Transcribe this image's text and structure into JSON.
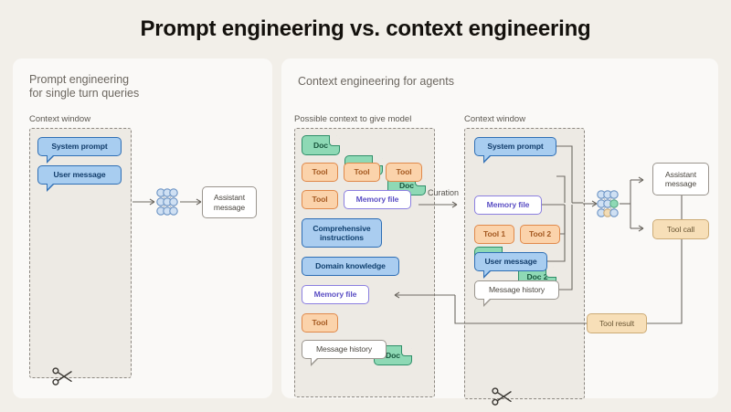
{
  "title": "Prompt engineering vs. context engineering",
  "colors": {
    "page_bg": "#f2efe9",
    "panel_bg": "#faf9f7",
    "context_window_bg": "#edeae4",
    "blue_card": "#a8cdf0",
    "green_card": "#8ed9b5",
    "orange_card": "#fbd3ab",
    "purple_card_border": "#8b7fe0",
    "tan_card": "#f7dfb8",
    "dashed_border": "#8d8881"
  },
  "left_panel": {
    "title_line1": "Prompt engineering",
    "title_line2": "for single turn queries",
    "context_label": "Context window",
    "cards": [
      {
        "label": "System prompt",
        "type": "blue-bubble"
      },
      {
        "label": "User message",
        "type": "blue-bubble"
      }
    ],
    "model_icon": "neural-network-icon",
    "output": {
      "label_line1": "Assistant",
      "label_line2": "message",
      "type": "white"
    },
    "scissors_icon": "scissors-icon"
  },
  "right_panel": {
    "title": "Context engineering for agents",
    "possible_label": "Possible context to give model",
    "context_label": "Context window",
    "curation_label": "Curation",
    "possible_cards": [
      {
        "label": "Doc",
        "type": "green-doc"
      },
      {
        "label": "Doc",
        "type": "green-doc"
      },
      {
        "label": "Doc",
        "type": "green-doc"
      },
      {
        "label": "Tool",
        "type": "orange"
      },
      {
        "label": "Tool",
        "type": "orange"
      },
      {
        "label": "Tool",
        "type": "orange"
      },
      {
        "label": "Tool",
        "type": "orange"
      },
      {
        "label": "Memory file",
        "type": "purple"
      },
      {
        "label": "Comprehensive instructions",
        "type": "blue"
      },
      {
        "label": "Domain knowledge",
        "type": "blue"
      },
      {
        "label": "Memory file",
        "type": "purple"
      },
      {
        "label": "Doc",
        "type": "green-doc"
      },
      {
        "label": "Tool",
        "type": "orange"
      },
      {
        "label": "Message history",
        "type": "white-bubble"
      }
    ],
    "window_cards": [
      {
        "label": "System prompt",
        "type": "blue-bubble"
      },
      {
        "label": "Doc 1",
        "type": "green-doc"
      },
      {
        "label": "Doc 2",
        "type": "green-doc"
      },
      {
        "label": "Memory file",
        "type": "purple"
      },
      {
        "label": "Tool 1",
        "type": "orange"
      },
      {
        "label": "Tool 2",
        "type": "orange"
      },
      {
        "label": "User message",
        "type": "blue-bubble"
      },
      {
        "label": "Message history",
        "type": "white-bubble"
      }
    ],
    "model_icon": "neural-network-icon",
    "outputs": [
      {
        "label_line1": "Assistant",
        "label_line2": "message",
        "type": "white"
      },
      {
        "label_line1": "Tool call",
        "label_line2": "",
        "type": "tan"
      }
    ],
    "tool_result": {
      "label": "Tool result",
      "type": "tan"
    },
    "scissors_icon": "scissors-icon"
  }
}
